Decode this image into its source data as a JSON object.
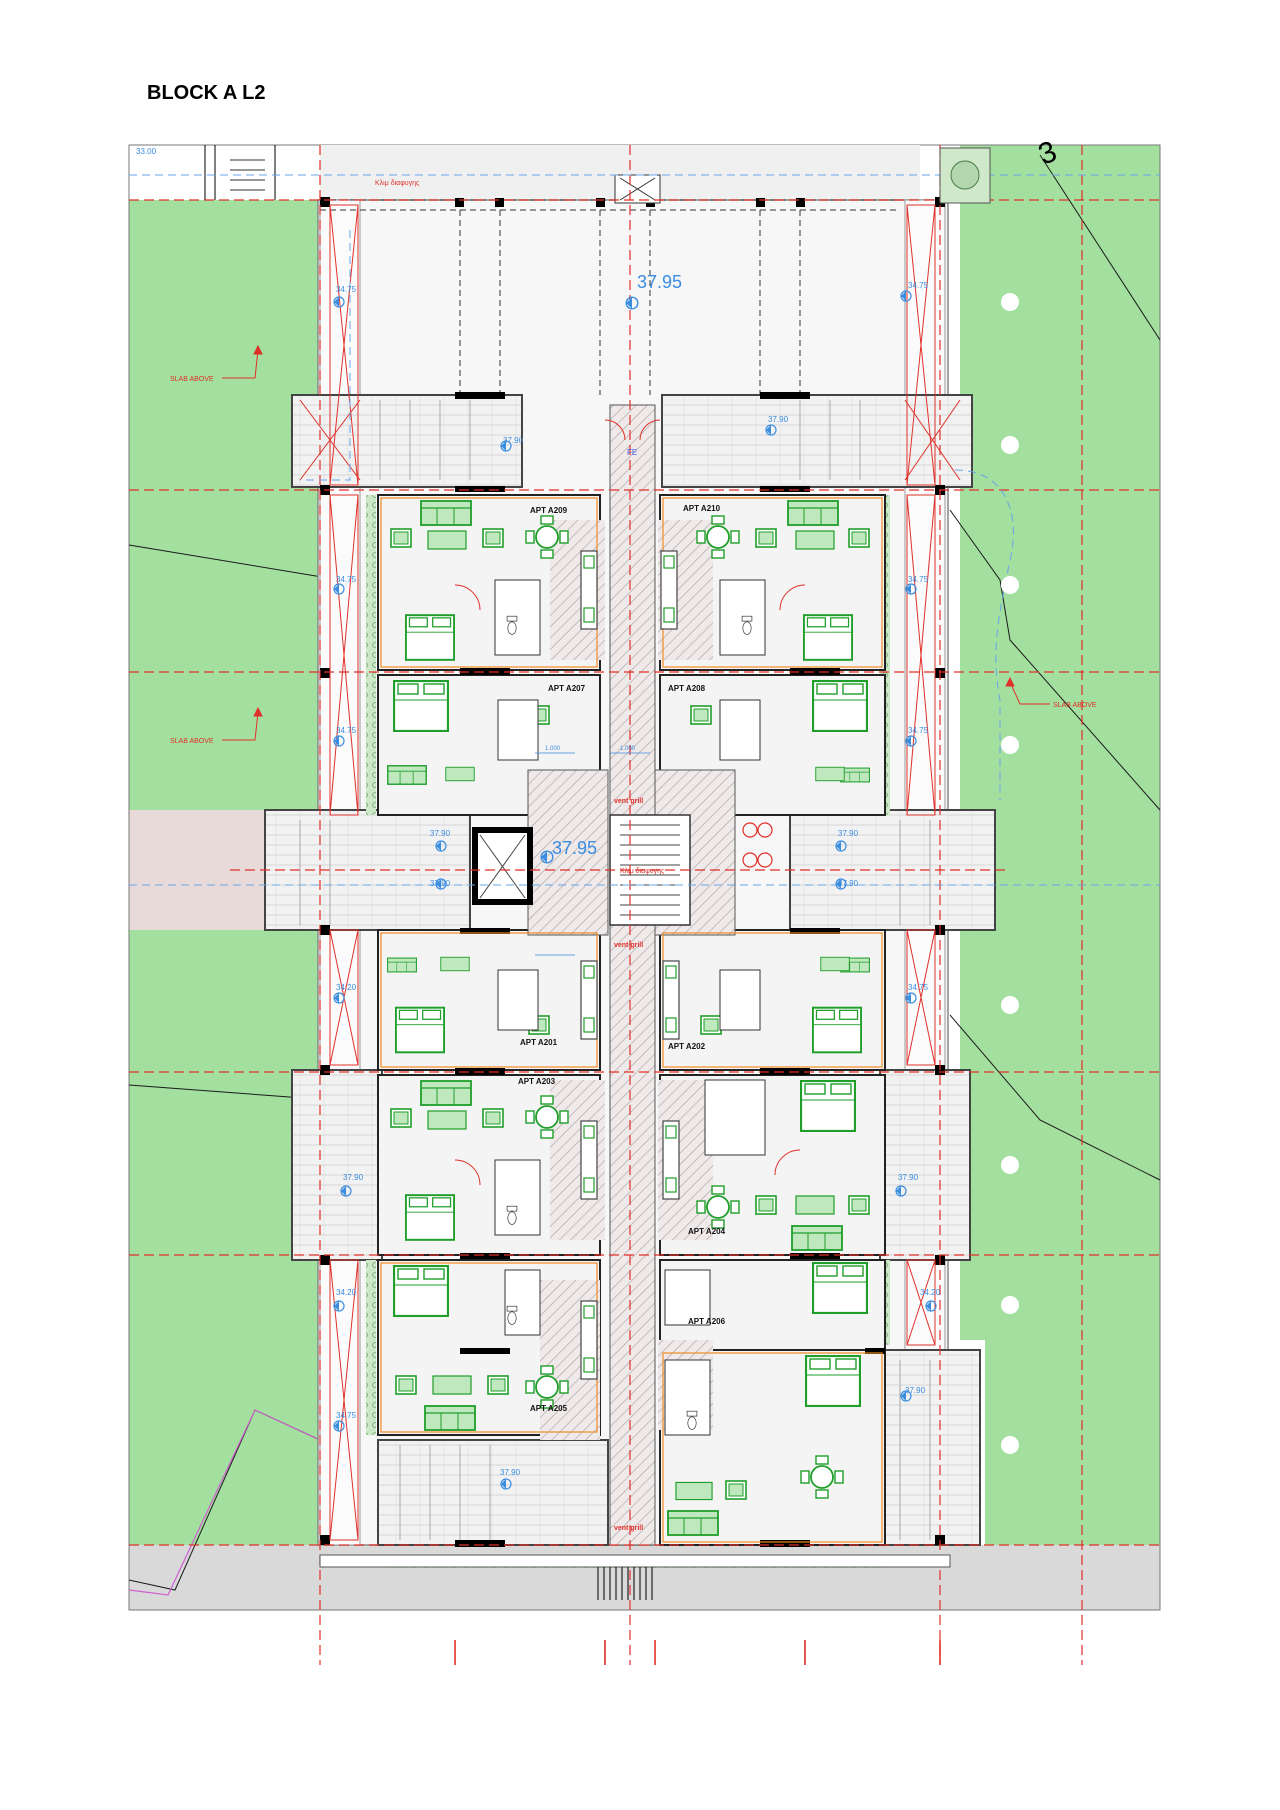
{
  "sheet": {
    "title": "BLOCK A L2"
  },
  "plan": {
    "apartments": [
      {
        "id": "a209",
        "label": "APT A209"
      },
      {
        "id": "a210",
        "label": "APT A210"
      },
      {
        "id": "a207",
        "label": "APT A207"
      },
      {
        "id": "a208",
        "label": "APT A208"
      },
      {
        "id": "a201",
        "label": "APT A201"
      },
      {
        "id": "a202",
        "label": "APT A202"
      },
      {
        "id": "a203",
        "label": "APT A203"
      },
      {
        "id": "a204",
        "label": "APT A204"
      },
      {
        "id": "a206",
        "label": "APT A206"
      },
      {
        "id": "a205",
        "label": "APT A205"
      }
    ],
    "levels": {
      "top_main": "37.95",
      "core_main": "37.95",
      "balcony": "37.90",
      "terrace": "34.75",
      "terrace_alt": "34.20",
      "corner": "33.00"
    },
    "notes": {
      "slab_above": "SLAB ABOVE",
      "vent_grill": "vent grill",
      "fe": "FE",
      "ramp": "Κλιμ διαφυγης",
      "dim_1": "1.000",
      "dim_2": "1.000",
      "corner_mark": "3"
    },
    "colors": {
      "grass": "#a3df9f",
      "paving": "#d9d9d9",
      "furniture": "#1f9e2a",
      "gridline": "#e0302a",
      "level_text": "#3b8de0",
      "wall": "#000000",
      "orange_line": "#f08a24"
    }
  }
}
